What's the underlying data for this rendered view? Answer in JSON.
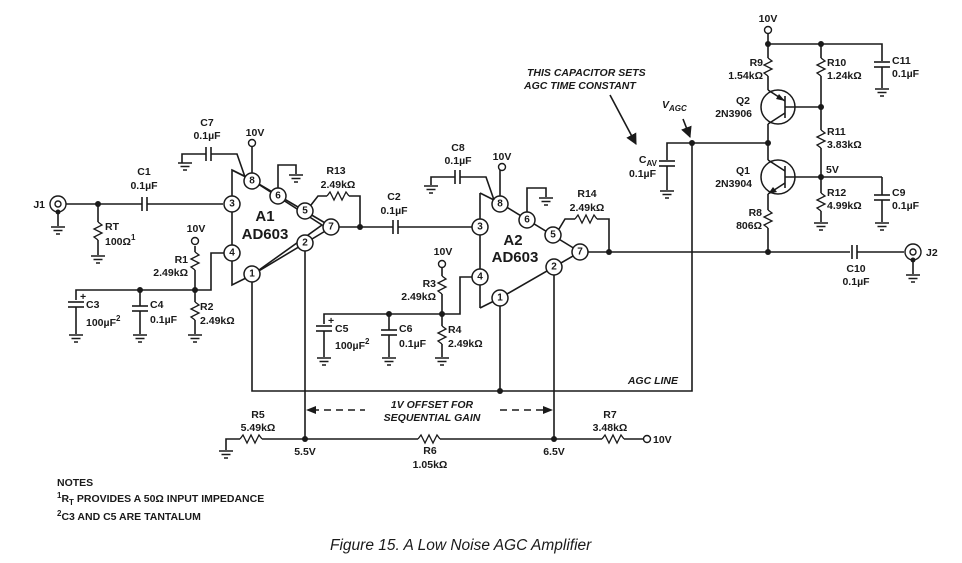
{
  "figure": {
    "caption": "Figure 15.  A Low Noise AGC Amplifier",
    "title": "A Low Noise AGC Amplifier"
  },
  "connectors": {
    "j1": "J1",
    "j2": "J2"
  },
  "amplifiers": [
    {
      "ref": "A1",
      "part": "AD603",
      "pins": [
        "1",
        "2",
        "3",
        "4",
        "5",
        "6",
        "7",
        "8"
      ]
    },
    {
      "ref": "A2",
      "part": "AD603",
      "pins": [
        "1",
        "2",
        "3",
        "4",
        "5",
        "6",
        "7",
        "8"
      ]
    }
  ],
  "transistors": [
    {
      "ref": "Q1",
      "part": "2N3904"
    },
    {
      "ref": "Q2",
      "part": "2N3906"
    }
  ],
  "capacitors": {
    "c1": {
      "ref": "C1",
      "value": "0.1µF"
    },
    "c2": {
      "ref": "C2",
      "value": "0.1µF"
    },
    "c3": {
      "ref": "C3",
      "value": "100µF",
      "note": "2"
    },
    "c4": {
      "ref": "C4",
      "value": "0.1µF"
    },
    "c5": {
      "ref": "C5",
      "value": "100µF",
      "note": "2"
    },
    "c6": {
      "ref": "C6",
      "value": "0.1µF"
    },
    "c7": {
      "ref": "C7",
      "value": "0.1µF"
    },
    "c8": {
      "ref": "C8",
      "value": "0.1µF"
    },
    "c9": {
      "ref": "C9",
      "value": "0.1µF"
    },
    "c10": {
      "ref": "C10",
      "value": "0.1µF"
    },
    "c11": {
      "ref": "C11",
      "value": "0.1µF"
    },
    "cav": {
      "ref": "C",
      "sub": "AV",
      "value": "0.1µF"
    }
  },
  "resistors": {
    "rt": {
      "ref": "RT",
      "value": "100Ω",
      "note": "1"
    },
    "r1": {
      "ref": "R1",
      "value": "2.49kΩ"
    },
    "r2": {
      "ref": "R2",
      "value": "2.49kΩ"
    },
    "r3": {
      "ref": "R3",
      "value": "2.49kΩ"
    },
    "r4": {
      "ref": "R4",
      "value": "2.49kΩ"
    },
    "r5": {
      "ref": "R5",
      "value": "5.49kΩ"
    },
    "r6": {
      "ref": "R6",
      "value": "1.05kΩ"
    },
    "r7": {
      "ref": "R7",
      "value": "3.48kΩ"
    },
    "r8": {
      "ref": "R8",
      "value": "806Ω"
    },
    "r9": {
      "ref": "R9",
      "value": "1.54kΩ"
    },
    "r10": {
      "ref": "R10",
      "value": "1.24kΩ"
    },
    "r11": {
      "ref": "R11",
      "value": "3.83kΩ"
    },
    "r12": {
      "ref": "R12",
      "value": "4.99kΩ"
    },
    "r13": {
      "ref": "R13",
      "value": "2.49kΩ"
    },
    "r14": {
      "ref": "R14",
      "value": "2.49kΩ"
    }
  },
  "supplies": {
    "v10": "10V",
    "v5": "5V",
    "v55": "5.5V",
    "v65": "6.5V"
  },
  "annotations": {
    "cap_note_line1": "THIS CAPACITOR SETS",
    "cap_note_line2": "AGC TIME CONSTANT",
    "vagc": "V",
    "vagc_sub": "AGC",
    "agc_line": "AGC LINE",
    "offset_line1": "1V OFFSET FOR",
    "offset_line2": "SEQUENTIAL GAIN"
  },
  "notes": {
    "heading": "NOTES",
    "items": [
      {
        "mark": "1",
        "text_pre": "R",
        "text_sub": "T",
        "text": " PROVIDES A 50Ω INPUT IMPEDANCE"
      },
      {
        "mark": "2",
        "text_pre": "",
        "text_sub": "",
        "text": "C3 AND C5 ARE TANTALUM"
      }
    ]
  }
}
